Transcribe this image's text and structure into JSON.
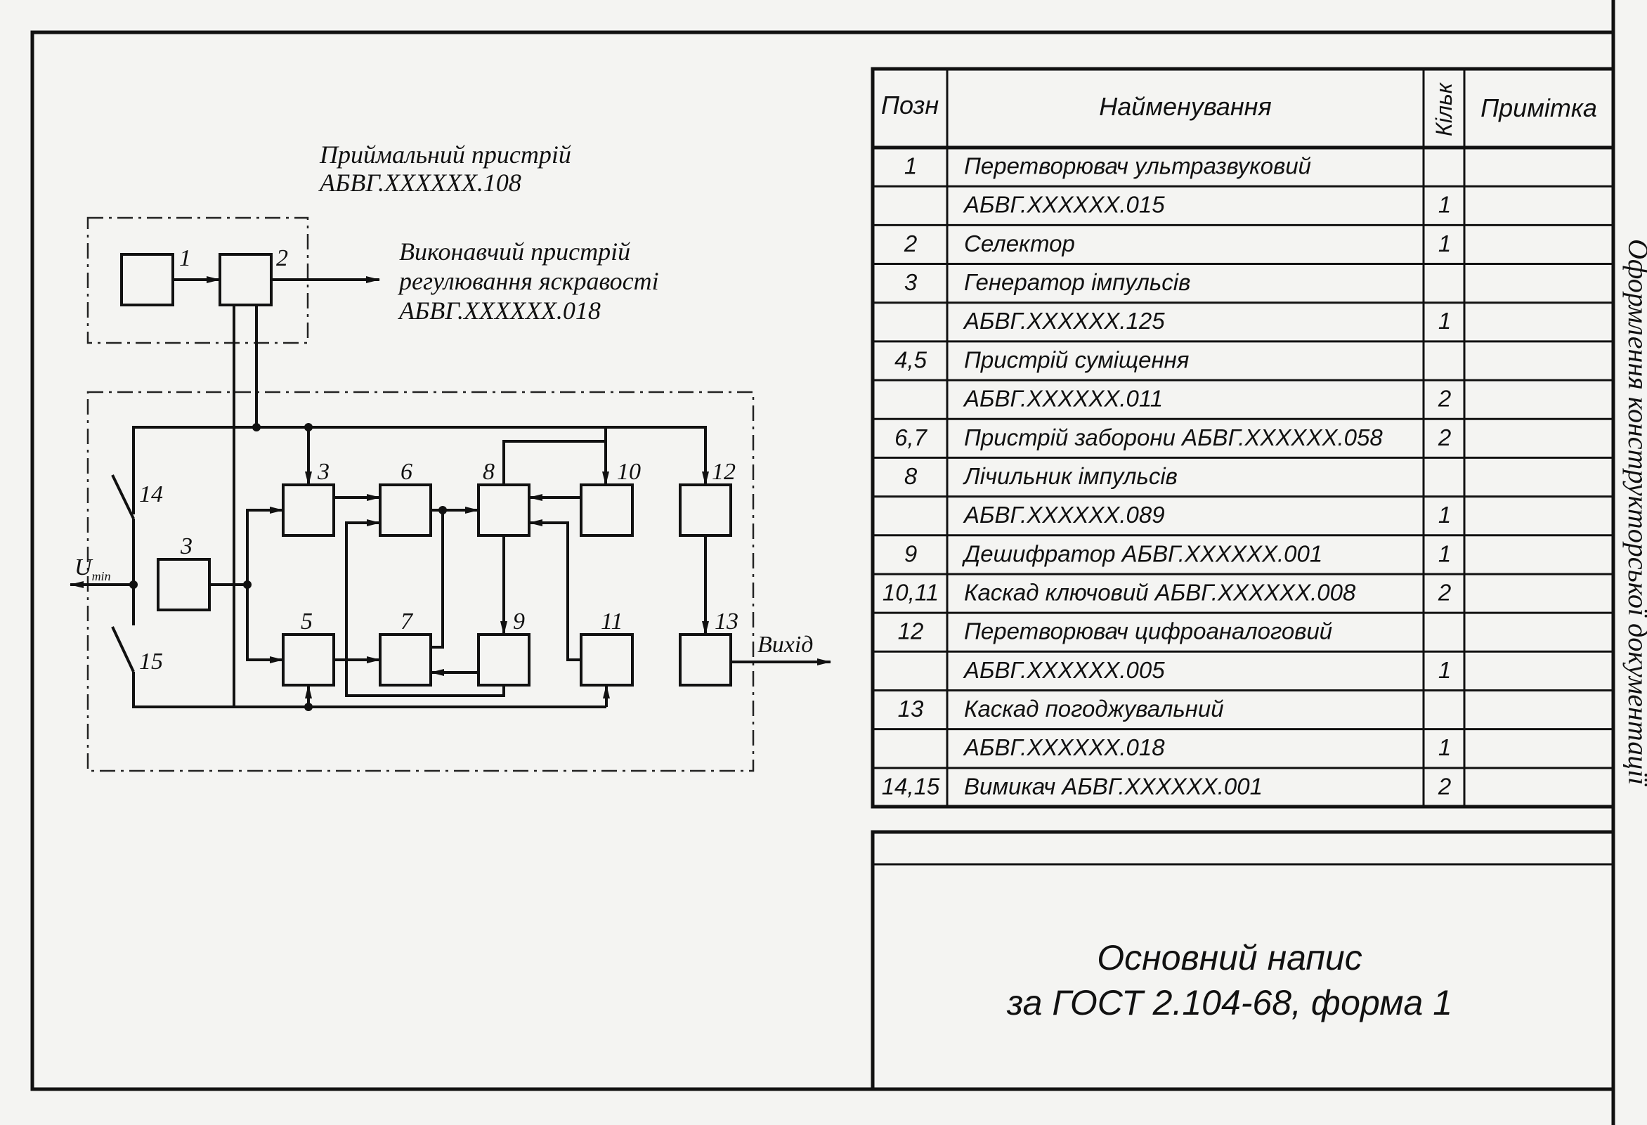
{
  "diagram": {
    "receiver_title": [
      "Приймальний пристрій",
      "АБВГ.XXXXXX.108"
    ],
    "actuator_title": [
      "Виконавчий пристрій",
      "регулювання яскравості",
      "АБВГ.XXXXXX.018"
    ],
    "block_labels": {
      "b1": "1",
      "b2": "2",
      "b3top": "3",
      "b3left": "3",
      "b5": "5",
      "b6": "6",
      "b7": "7",
      "b8": "8",
      "b9": "9",
      "b10": "10",
      "b11": "11",
      "b12": "12",
      "b13": "13",
      "sw14": "14",
      "sw15": "15"
    },
    "umin_main": "U",
    "umin_sub": "min",
    "output_label": "Вихід"
  },
  "spec_table": {
    "headers": {
      "pos": "Позн",
      "name": "Найменування",
      "qty": "Кільк",
      "note": "Примітка"
    },
    "rows": [
      {
        "pos": "1",
        "name": "Перетворювач ультразвуковий",
        "qty": ""
      },
      {
        "pos": "",
        "name": "АБВГ.XXXXXX.015",
        "qty": "1"
      },
      {
        "pos": "2",
        "name": "Селектор",
        "qty": "1"
      },
      {
        "pos": "3",
        "name": "Генератор імпульсів",
        "qty": ""
      },
      {
        "pos": "",
        "name": "АБВГ.XXXXXX.125",
        "qty": "1"
      },
      {
        "pos": "4,5",
        "name": "Пристрій суміщення",
        "qty": ""
      },
      {
        "pos": "",
        "name": "АБВГ.XXXXXX.011",
        "qty": "2"
      },
      {
        "pos": "6,7",
        "name": "Пристрій заборони АБВГ.XXXXXX.058",
        "qty": "2"
      },
      {
        "pos": "8",
        "name": "Лічильник імпульсів",
        "qty": ""
      },
      {
        "pos": "",
        "name": "АБВГ.XXXXXX.089",
        "qty": "1"
      },
      {
        "pos": "9",
        "name": "Дешифратор АБВГ.XXXXXX.001",
        "qty": "1"
      },
      {
        "pos": "10,11",
        "name": "Каскад ключовий АБВГ.XXXXXX.008",
        "qty": "2"
      },
      {
        "pos": "12",
        "name": "Перетворювач цифроаналоговий",
        "qty": ""
      },
      {
        "pos": "",
        "name": "АБВГ.XXXXXX.005",
        "qty": "1"
      },
      {
        "pos": "13",
        "name": "Каскад погоджувальний",
        "qty": ""
      },
      {
        "pos": "",
        "name": "АБВГ.XXXXXX.018",
        "qty": "1"
      },
      {
        "pos": "14,15",
        "name": "Вимикач АБВГ.XXXXXX.001",
        "qty": "2"
      }
    ]
  },
  "title_block": {
    "line1": "Основний напис",
    "line2": "за ГОСТ 2.104-68, форма 1"
  },
  "side_caption": "Оформлення конструкторської документації"
}
